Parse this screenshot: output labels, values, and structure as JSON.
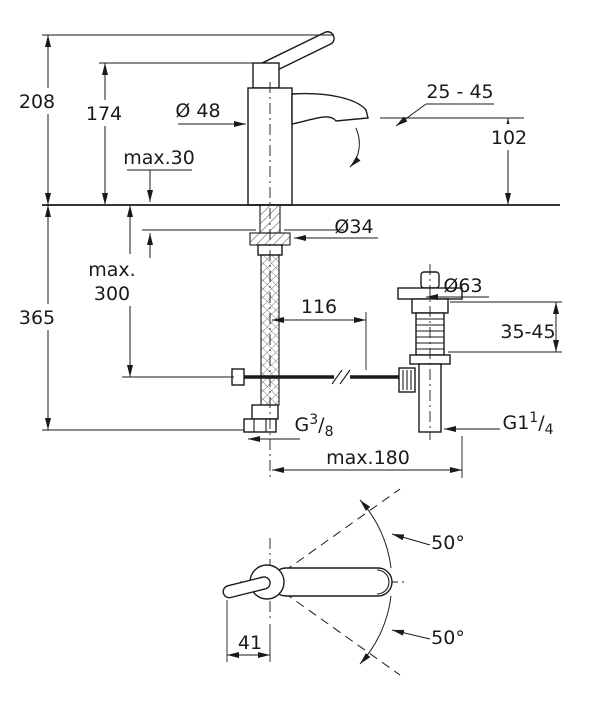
{
  "colors": {
    "ink": "#1a1a1a",
    "background": "#ffffff"
  },
  "labels": {
    "total_height": "208",
    "body_height": "174",
    "base_dia": "Ø 48",
    "deck_thickness": "max.30",
    "stream_range": "25 - 45",
    "spout_height": "102",
    "hole_dia": "Ø34",
    "under_depth_line1": "max.",
    "under_depth_line2": "300",
    "total_depth": "365",
    "rod_distance": "116",
    "waste_dia": "Ø63",
    "waste_adjust": "35-45",
    "hose_thread": {
      "p": "G",
      "n": "3",
      "s": "/",
      "d": "8"
    },
    "waste_thread": {
      "p": "G1",
      "n": "1",
      "s": "/",
      "d": "4"
    },
    "reach": "max.180",
    "swivel_up": "50°",
    "swivel_down": "50°",
    "handle_offset": "41"
  }
}
